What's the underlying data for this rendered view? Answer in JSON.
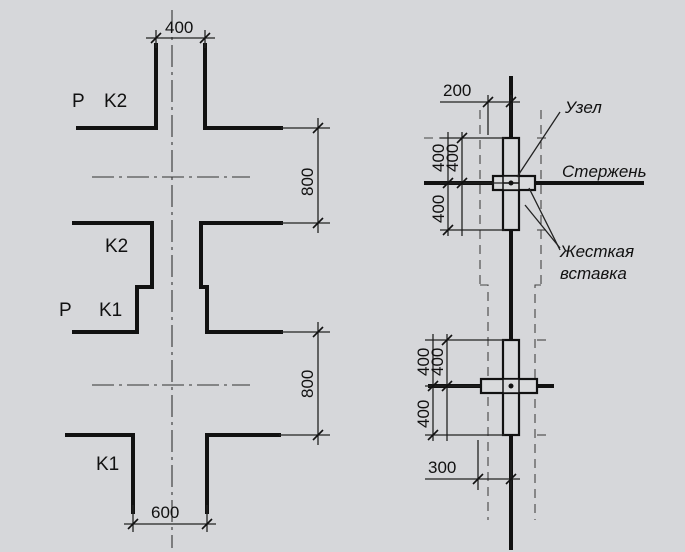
{
  "left_figure": {
    "top_level": {
      "p_label": "P",
      "k_label": "K2"
    },
    "middle_level": {
      "k_label": "K2",
      "p_label": "P",
      "k2_label": "K1"
    },
    "bottom_level": {
      "k_label": "K1"
    },
    "dimensions": {
      "top_width": "400",
      "upper_height": "800",
      "lower_height": "800",
      "bottom_width": "600"
    }
  },
  "right_figure": {
    "labels": {
      "node": "Узел",
      "rod": "Стержень",
      "rigid_insert_line1": "Жесткая",
      "rigid_insert_line2": "вставка"
    },
    "dimensions": {
      "top_offset": "200",
      "upper_a": "400",
      "upper_b": "400",
      "upper_c": "400",
      "lower_a": "400",
      "lower_b": "400",
      "lower_c": "400",
      "bottom_offset": "300"
    }
  }
}
